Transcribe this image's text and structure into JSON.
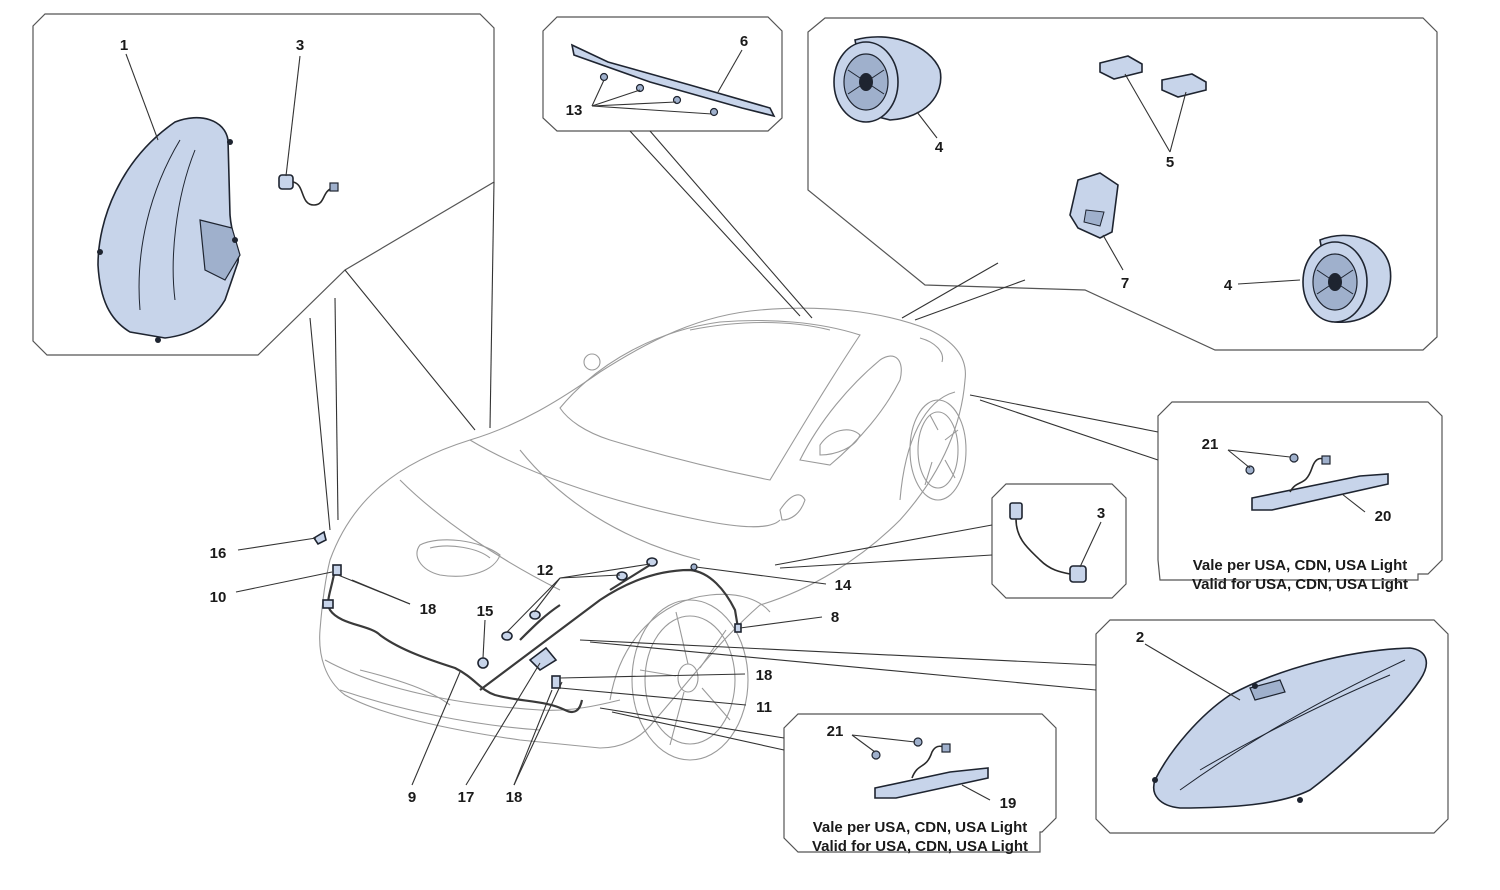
{
  "colors": {
    "part_fill": "#c7d4ea",
    "part_stroke": "#1e2430",
    "panel_stroke": "#555555",
    "car_line": "#9a9a9a"
  },
  "callouts": {
    "p1": "1",
    "p2": "2",
    "p3a": "3",
    "p3b": "3",
    "p4a": "4",
    "p4b": "4",
    "p5": "5",
    "p6": "6",
    "p7": "7",
    "p8": "8",
    "p9": "9",
    "p10": "10",
    "p11": "11",
    "p12": "12",
    "p13": "13",
    "p14": "14",
    "p15": "15",
    "p16": "16",
    "p17": "17",
    "p18a": "18",
    "p18b": "18",
    "p18c": "18",
    "p19": "19",
    "p20": "20",
    "p21a": "21",
    "p21b": "21"
  },
  "notes": {
    "right_vale": "Vale per USA, CDN, USA Light",
    "right_valid": "Valid for USA, CDN, USA Light",
    "bottom_vale": "Vale per USA, CDN, USA Light",
    "bottom_valid": "Valid for USA, CDN, USA Light"
  }
}
